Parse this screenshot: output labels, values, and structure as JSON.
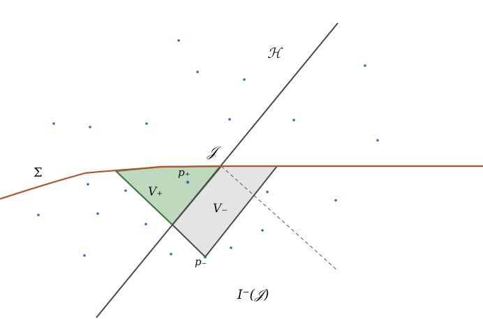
{
  "labels": {
    "horizon": "ℋ",
    "scri": "𝒥",
    "sigma": "Σ",
    "v_plus": "V₊",
    "v_minus": "V₋",
    "p_plus": "p₊",
    "p_minus": "p₋",
    "past_scri": "I⁻(𝒥)"
  },
  "colors": {
    "sigma_curve": "#b5532a",
    "v_plus_fill": "#bfd9bf",
    "v_plus_stroke": "#3b7a3b",
    "v_minus_fill": "#e4e4e4",
    "v_minus_stroke": "#4a4a4a",
    "horizon_line": "#4a4a4a",
    "dashed_line": "#555555",
    "points": "#2f6fb0"
  }
}
